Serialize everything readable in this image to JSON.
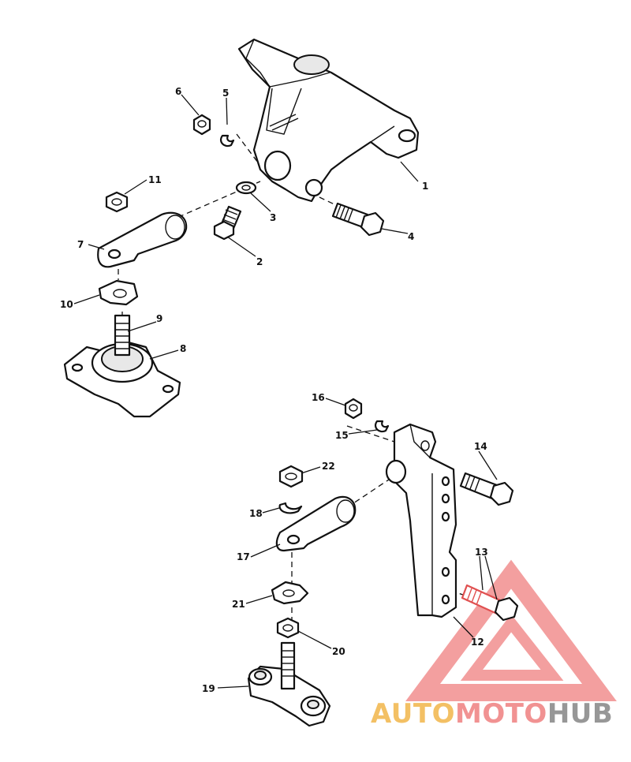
{
  "diagram": {
    "callouts": [
      "1",
      "2",
      "3",
      "4",
      "5",
      "6",
      "7",
      "8",
      "9",
      "10",
      "11",
      "12",
      "13",
      "14",
      "15",
      "16",
      "17",
      "18",
      "19",
      "20",
      "21",
      "22"
    ]
  },
  "watermark": {
    "part1": "AUTO",
    "part2": "MOTO",
    "part3": "HUB",
    "colors": {
      "auto": "#f2b64a",
      "moto": "#ef7f7f",
      "hub": "#8c8c8c",
      "triangle": "#ef7f7f"
    }
  }
}
